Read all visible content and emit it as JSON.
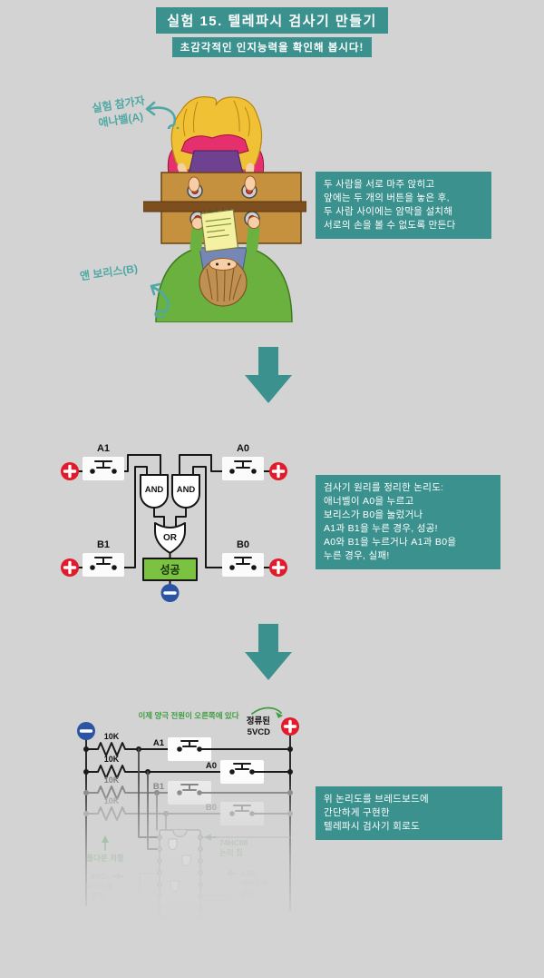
{
  "colors": {
    "background": "#d3d3d3",
    "teal": "#3a918e",
    "teal_handwriting": "#4fa8a3",
    "green_annotation": "#3f9d42",
    "terminal_red": "#e11b2b",
    "terminal_blue": "#2b54a3",
    "success_green": "#7cc242"
  },
  "header": {
    "title": "실험 15. 텔레파시 검사기 만들기",
    "subtitle": "초감각적인 인지능력을 확인해 봅시다!"
  },
  "illustration": {
    "participant_a_line1": "실험 참가자",
    "participant_a_line2": "애나벨(A)",
    "participant_b": "앤 보리스(B)"
  },
  "note1": {
    "lines": [
      "두 사람을 서로 마주 앉히고",
      "앞에는 두 개의 버튼을 놓은 후,",
      "두 사람 사이에는 암막을 설치해",
      "서로의 손을 볼 수 없도록 만든다"
    ]
  },
  "note2": {
    "lines": [
      "검사기 원리를 정리한 논리도:",
      "애너벨이 A0을 누르고",
      "보리스가 B0을 눌렀거나",
      "A1과 B1을 누른 경우, 성공!",
      "A0와 B1을 누르거나 A1과 B0을",
      "누른 경우, 실패!"
    ]
  },
  "note3": {
    "lines": [
      "위 논리도를 브레드보드에",
      "간단하게 구현한",
      "텔레파시 검사기 회로도"
    ]
  },
  "logic": {
    "a1": "A1",
    "a0": "A0",
    "b1": "B1",
    "b0": "B0",
    "and": "AND",
    "or": "OR",
    "success": "성공"
  },
  "circuit": {
    "annotation": "이제 양극 전원이 오른쪽에 있다",
    "supply_line1": "정류된",
    "supply_line2": "5VCD",
    "resistor": "10K",
    "a1": "A1",
    "a0": "A0",
    "b1": "B1",
    "b0": "B0",
    "pulldown": "풀다운 저항",
    "chip_line1": "74HC08",
    "chip_line2": "논리 칩",
    "and_out1": "AND",
    "and_out2": "게이트의",
    "and_out3": "출력"
  }
}
